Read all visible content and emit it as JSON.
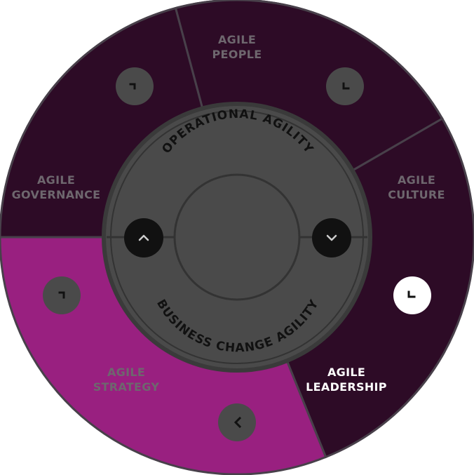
{
  "colors": {
    "segment": "#2d0b26",
    "segment_active": "#992080",
    "segment_stroke": "#48404a",
    "label": "#6e676e",
    "label_active": "#ffffff",
    "hub": "#4a4a4a",
    "hub_outer": "#3a3a3a",
    "hub_ring_line": "#333333",
    "ring_text": "#111111",
    "knob": "#4a4a4a",
    "knob_active": "#ffffff",
    "nav_button": "#111111",
    "glyph": "#111111",
    "glyph_light": "#cccccc"
  },
  "segments": [
    {
      "id": "people",
      "line1": "AGILE",
      "line2": "PEOPLE",
      "active": false
    },
    {
      "id": "culture",
      "line1": "AGILE",
      "line2": "CULTURE",
      "active": false
    },
    {
      "id": "leadership",
      "line1": "AGILE",
      "line2": "LEADERSHIP",
      "active": true
    },
    {
      "id": "strategy",
      "line1": "AGILE",
      "line2": "STRATEGY",
      "active": false
    },
    {
      "id": "governance",
      "line1": "AGILE",
      "line2": "GOVERNANCE",
      "active": false
    }
  ],
  "hub": {
    "top_text": "OPERATIONAL AGILITY",
    "bottom_text": "BUSINESS CHANGE AGILITY",
    "left_button_icon": "chevron-up-icon",
    "right_button_icon": "chevron-down-icon"
  },
  "knob_icon": "corner-arrow-icon"
}
